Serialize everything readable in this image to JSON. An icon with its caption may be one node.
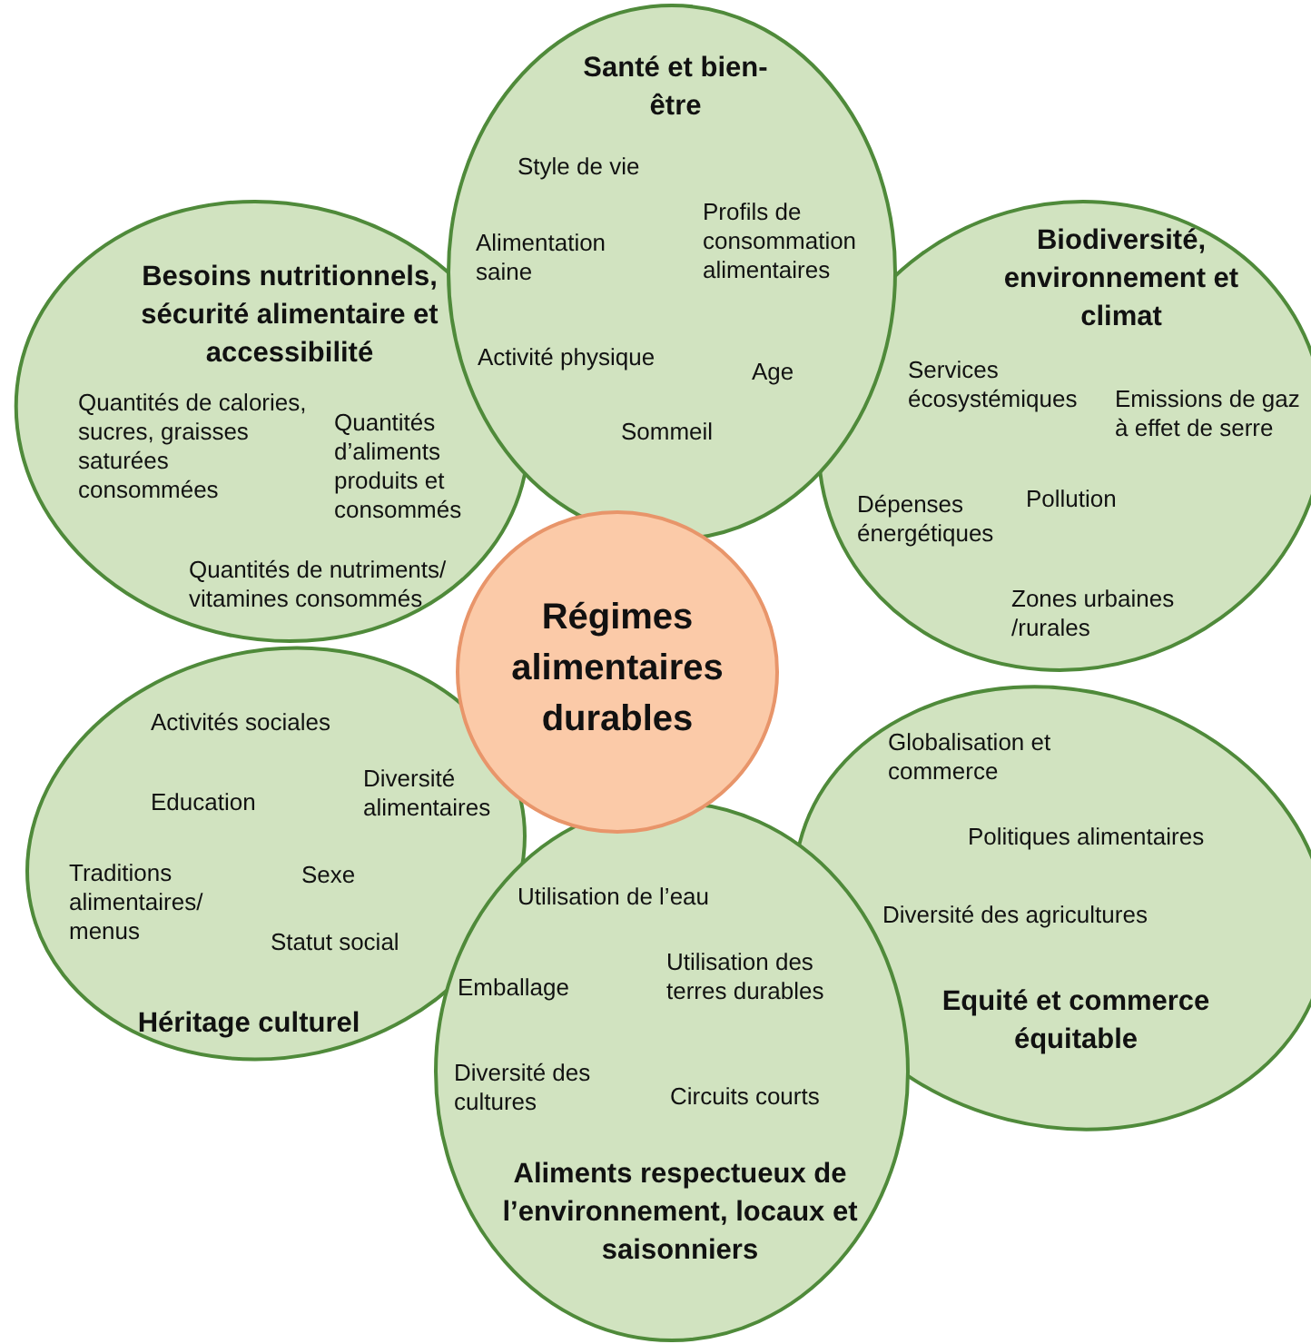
{
  "diagram": {
    "nodes": [
      {
        "text": [
          "Régimes alimentaires durables"
        ]
      },
      {
        "text": [
          "Santé et bien-être",
          "Style de vie",
          "Alimentation saine",
          "Profils de consommation alimentaires",
          "Activité physique",
          "Age",
          "Sommeil"
        ]
      },
      {
        "text": [
          "Besoins nutritionnels, sécurité alimentaire et accessibilité",
          "Quantités de calories, sucres, graisses saturées consommées",
          "Quantités d’aliments produits et consommés",
          "Quantités de nutriments/ vitamines consommés"
        ]
      },
      {
        "text": [
          "Biodiversité, environnement et climat",
          "Services écosystémiques",
          "Emissions de gaz à effet de serre",
          "Pollution",
          "Dépenses énergétiques",
          "Zones urbaines /rurales"
        ]
      },
      {
        "text": [
          "Activités sociales",
          "Education",
          "Diversité alimentaires",
          "Traditions alimentaires/ menus",
          "Sexe",
          "Statut social",
          "Héritage culturel"
        ]
      },
      {
        "text": [
          "Globalisation et commerce",
          "Politiques alimentaires",
          "Diversité des agricultures",
          "Equité et commerce équitable"
        ]
      },
      {
        "text": [
          "Utilisation de l’eau",
          "Emballage",
          "Utilisation des terres durables",
          "Diversité des cultures",
          "Circuits courts",
          "Aliments respectueux de l’environnement, locaux et saisonniers"
        ]
      }
    ]
  }
}
